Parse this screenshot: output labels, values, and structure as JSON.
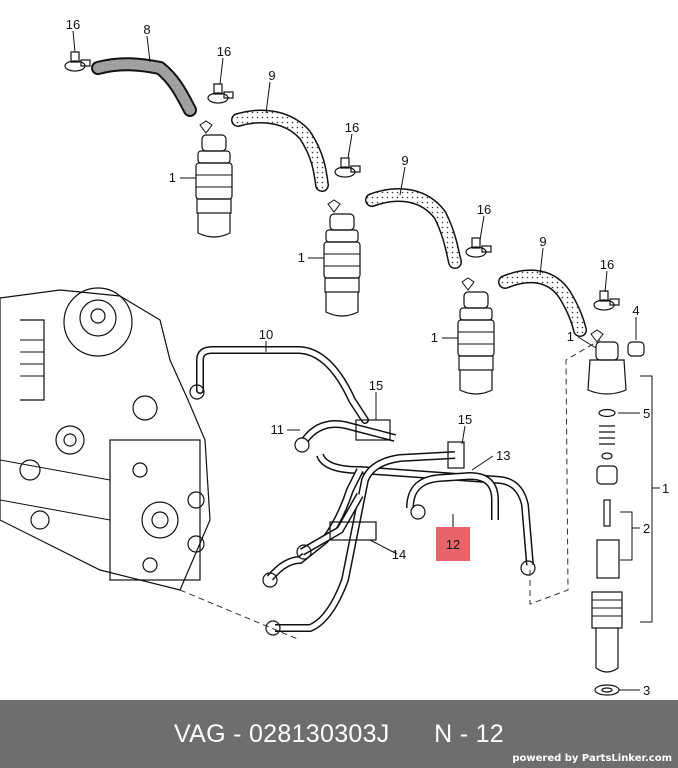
{
  "diagram": {
    "callouts": [
      "16",
      "8",
      "16",
      "9",
      "1",
      "16",
      "9",
      "1",
      "16",
      "9",
      "1",
      "16",
      "4",
      "1",
      "5",
      "1",
      "2",
      "3",
      "10",
      "15",
      "11",
      "15",
      "13",
      "14",
      "12"
    ],
    "highlight_color": "#e8646b"
  },
  "footer": {
    "brand": "VAG",
    "part_number": "028130303J",
    "position": "N - 12",
    "powered_by": "powered by PartsLinker.com"
  }
}
